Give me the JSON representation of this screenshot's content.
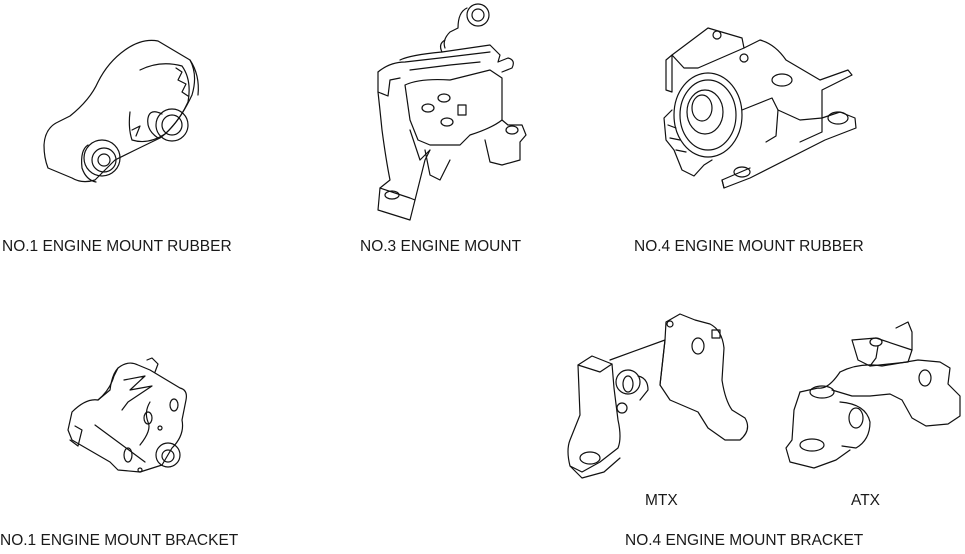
{
  "diagram": {
    "parts": [
      {
        "id": "no1-rubber",
        "label": "NO.1 ENGINE MOUNT RUBBER"
      },
      {
        "id": "no3-mount",
        "label": "NO.3 ENGINE MOUNT"
      },
      {
        "id": "no4-rubber",
        "label": "NO.4 ENGINE MOUNT RUBBER"
      },
      {
        "id": "no1-bracket",
        "label": "NO.1 ENGINE MOUNT BRACKET"
      },
      {
        "id": "no4-bracket",
        "label": "NO.4 ENGINE MOUNT BRACKET",
        "variants": [
          {
            "label": "MTX"
          },
          {
            "label": "ATX"
          }
        ]
      }
    ]
  }
}
